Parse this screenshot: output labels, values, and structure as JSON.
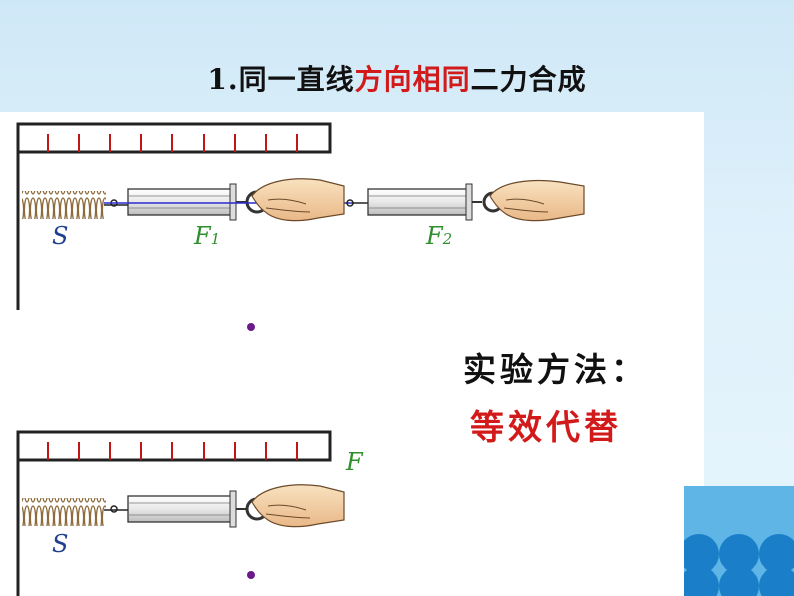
{
  "slide": {
    "title_prefix": "1.同一直线",
    "title_highlight": "方向相同",
    "title_suffix": "二力合成",
    "method_label": "实验方法：",
    "method_value": "等效代替",
    "top_labels": {
      "spring": "S",
      "force1_main": "F",
      "force1_sub": "1",
      "force2_main": "F",
      "force2_sub": "2"
    },
    "bottom_labels": {
      "spring": "S",
      "force": "F"
    }
  },
  "colors": {
    "title": "#111111",
    "highlight": "#d21a1a",
    "spring_label": "#1f3f8f",
    "force_label": "#2f8f2f",
    "ruler": "#c01616",
    "rope": "#2a2acf"
  }
}
